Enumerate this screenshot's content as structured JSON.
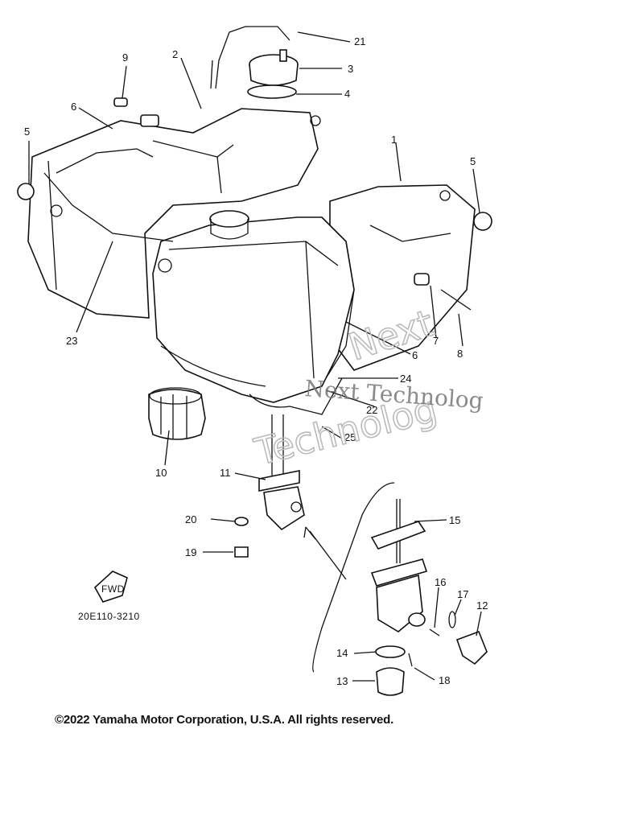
{
  "diagram": {
    "part_numbers": [
      "1",
      "2",
      "3",
      "4",
      "5",
      "5",
      "6",
      "6",
      "7",
      "8",
      "9",
      "10",
      "11",
      "12",
      "13",
      "14",
      "15",
      "16",
      "17",
      "18",
      "19",
      "20",
      "21",
      "22",
      "23",
      "24",
      "25"
    ],
    "figure_code": "20E110-3210",
    "fwd_label": "FWD",
    "watermark": {
      "line1": "Next Technolog",
      "line2": "Technolog",
      "line3": "Next"
    },
    "copyright": "©2022 Yamaha Motor Corporation, U.S.A. All rights reserved."
  }
}
